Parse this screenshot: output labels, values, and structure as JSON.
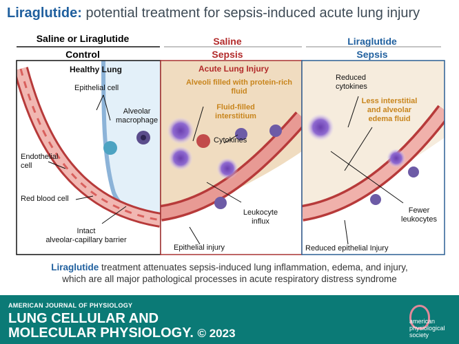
{
  "title": {
    "drug": "Liraglutide:",
    "rest": " potential treatment for sepsis-induced acute lung injury"
  },
  "columns": [
    {
      "treatment": "Saline or Liraglutide",
      "condition": "Control",
      "color": "#111111"
    },
    {
      "treatment": "Saline",
      "condition": "Sepsis",
      "color": "#b22a2a"
    },
    {
      "treatment": "Liraglutide",
      "condition": "Sepsis",
      "color": "#1f5f9e"
    }
  ],
  "panel1": {
    "heading": "Healthy Lung",
    "epithelial_cell": "Epithelial cell",
    "alveolar_macrophage": "Alveolar\nmacrophage",
    "endothelial_cell": "Endothelial\ncell",
    "red_blood_cell": "Red blood cell",
    "barrier": "Intact\nalveolar-capillary barrier"
  },
  "panel2": {
    "heading": "Acute Lung Injury",
    "alveoli_fluid": "Alveoli filled with protein-rich\nfluid",
    "interstitium": "Fluid-filled\ninterstitium",
    "cytokines": "Cytokines",
    "leukocyte_influx": "Leukocyte\ninflux",
    "epithelial_injury": "Epithelial injury"
  },
  "panel3": {
    "reduced_cytokines": "Reduced\ncytokines",
    "less_edema": "Less interstitial\nand alveolar\nedema fluid",
    "fewer_leukocytes": "Fewer\nleukocytes",
    "reduced_injury": "Reduced epithelial Injury"
  },
  "caption": {
    "drug": "Liraglutide",
    "line1": " treatment attenuates sepsis-induced lung inflammation, edema, and injury,",
    "line2": "which are all major pathological processes in acute respiratory distress syndrome"
  },
  "footer": {
    "journal_small": "AMERICAN JOURNAL OF PHYSIOLOGY",
    "journal_line1": "LUNG CELLULAR AND",
    "journal_line2": "MOLECULAR PHYSIOLOGY.",
    "copyright": "© 2023",
    "society": "american\nphysiological\nsociety"
  },
  "colors": {
    "brand_teal": "#0b7a76",
    "saline_red": "#b22a2a",
    "liraglutide_blue": "#1f5f9e",
    "callout_orange": "#c8851d"
  }
}
